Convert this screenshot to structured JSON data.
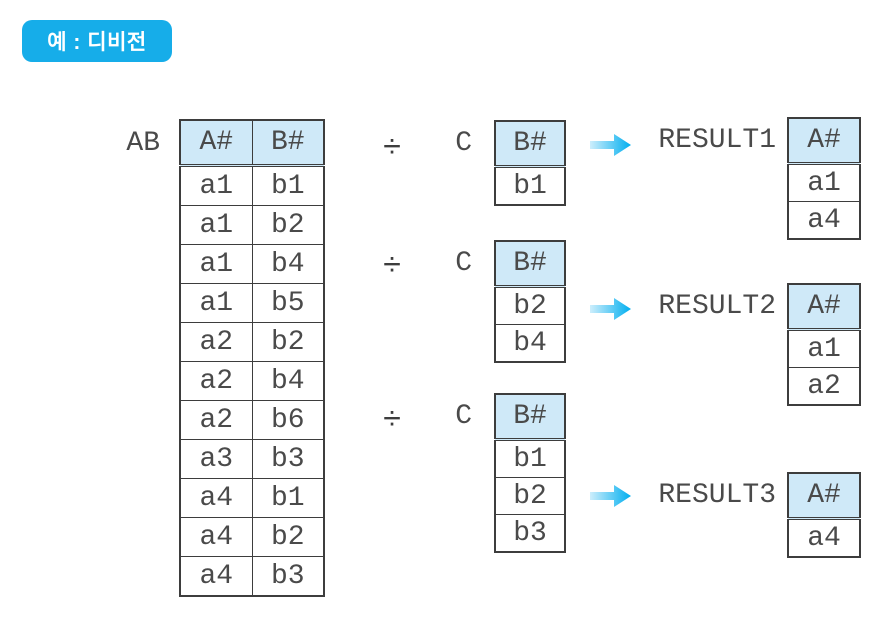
{
  "badge": {
    "label": "예 : 디비전"
  },
  "operator": "÷",
  "colors": {
    "badge_bg": "#16ade9",
    "header_bg": "#cfe9f8",
    "border": "#3d3d3d",
    "text": "#4a4a4a",
    "arrow_gradient_from": "#cdeefc",
    "arrow_gradient_to": "#00aeef"
  },
  "tables": {
    "ab": {
      "label": "AB",
      "headers": [
        "A#",
        "B#"
      ],
      "rows": [
        [
          "a1",
          "b1"
        ],
        [
          "a1",
          "b2"
        ],
        [
          "a1",
          "b4"
        ],
        [
          "a1",
          "b5"
        ],
        [
          "a2",
          "b2"
        ],
        [
          "a2",
          "b4"
        ],
        [
          "a2",
          "b6"
        ],
        [
          "a3",
          "b3"
        ],
        [
          "a4",
          "b1"
        ],
        [
          "a4",
          "b2"
        ],
        [
          "a4",
          "b3"
        ]
      ]
    },
    "c1": {
      "label": "C",
      "headers": [
        "B#"
      ],
      "rows": [
        [
          "b1"
        ]
      ]
    },
    "c2": {
      "label": "C",
      "headers": [
        "B#"
      ],
      "rows": [
        [
          "b2"
        ],
        [
          "b4"
        ]
      ]
    },
    "c3": {
      "label": "C",
      "headers": [
        "B#"
      ],
      "rows": [
        [
          "b1"
        ],
        [
          "b2"
        ],
        [
          "b3"
        ]
      ]
    },
    "result1": {
      "label": "RESULT1",
      "headers": [
        "A#"
      ],
      "rows": [
        [
          "a1"
        ],
        [
          "a4"
        ]
      ]
    },
    "result2": {
      "label": "RESULT2",
      "headers": [
        "A#"
      ],
      "rows": [
        [
          "a1"
        ],
        [
          "a2"
        ]
      ]
    },
    "result3": {
      "label": "RESULT3",
      "headers": [
        "A#"
      ],
      "rows": [
        [
          "a4"
        ]
      ]
    }
  }
}
